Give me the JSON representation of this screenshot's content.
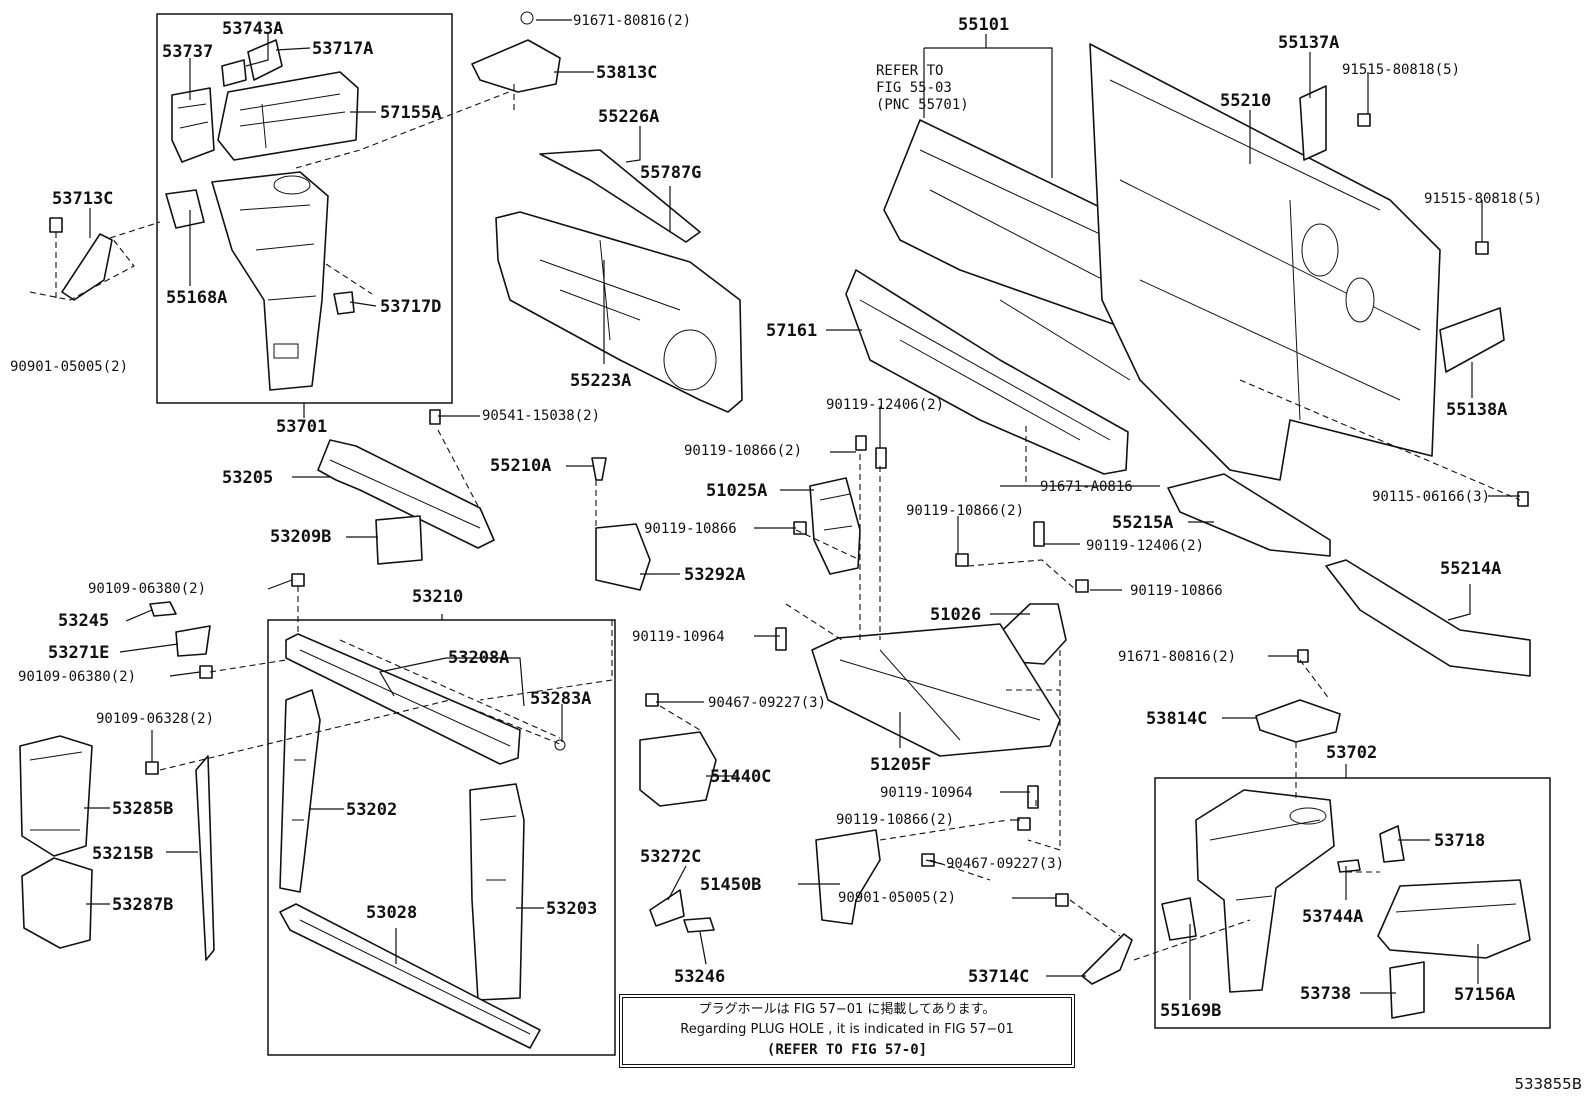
{
  "diagram_ref": "533855B",
  "note": {
    "line_jp": "プラグホールは FIG 57−01 に掲載してあります。",
    "line_en": "Regarding  PLUG  HOLE , it is indicated in  FIG  57−01",
    "line_ref": "(REFER TO FIG 57-0]"
  },
  "refer_note": [
    "REFER TO",
    "FIG 55-03",
    "(PNC 55701)"
  ],
  "labels": {
    "p53743A": "53743A",
    "p53737": "53737",
    "p53717A": "53717A",
    "p57155A": "57155A",
    "p53713C": "53713C",
    "p55168A": "55168A",
    "p53717D": "53717D",
    "p90901a": "90901-05005(2)",
    "p53701": "53701",
    "p91671a": "91671-80816(2)",
    "p53813C": "53813C",
    "p55226A": "55226A",
    "p55787G": "55787G",
    "p55223A": "55223A",
    "p90541": "90541-15038(2)",
    "p53205": "53205",
    "p53209B": "53209B",
    "p55210A": "55210A",
    "p53292A": "53292A",
    "p53210": "53210",
    "p90109a": "90109-06380(2)",
    "p53245": "53245",
    "p53271E": "53271E",
    "p90109b": "90109-06380(2)",
    "p53208A": "53208A",
    "p53283A": "53283A",
    "p90109c": "90109-06328(2)",
    "p53285B": "53285B",
    "p53215B": "53215B",
    "p53287B": "53287B",
    "p53202": "53202",
    "p53203": "53203",
    "p53028": "53028",
    "p55101": "55101",
    "p55137A": "55137A",
    "p91515a": "91515-80818(5)",
    "p55210": "55210",
    "p91515b": "91515-80818(5)",
    "p57161": "57161",
    "p55138A": "55138A",
    "p90119a": "90119-12406(2)",
    "p90119b": "90119-10866(2)",
    "p51025A": "51025A",
    "p90119c": "90119-10866",
    "p91671b": "91671-A0816",
    "p90115": "90115-06166(3)",
    "p55215A": "55215A",
    "p90119d": "90119-10866(2)",
    "p90119e": "90119-12406(2)",
    "p55214A": "55214A",
    "p90119f": "90119-10866",
    "p51026": "51026",
    "p90119g": "90119-10964",
    "p91671c": "91671-80816(2)",
    "p90467a": "90467-09227(3)",
    "p53814C": "53814C",
    "p51205F": "51205F",
    "p51440C": "51440C",
    "p53702": "53702",
    "p90119h": "90119-10964",
    "p90119i": "90119-10866(2)",
    "p53272C": "53272C",
    "p51450B": "51450B",
    "p90467b": "90467-09227(3)",
    "p53718": "53718",
    "p90901b": "90901-05005(2)",
    "p53744A": "53744A",
    "p53246": "53246",
    "p53714C": "53714C",
    "p55169B": "55169B",
    "p53738": "53738",
    "p57156A": "57156A"
  }
}
